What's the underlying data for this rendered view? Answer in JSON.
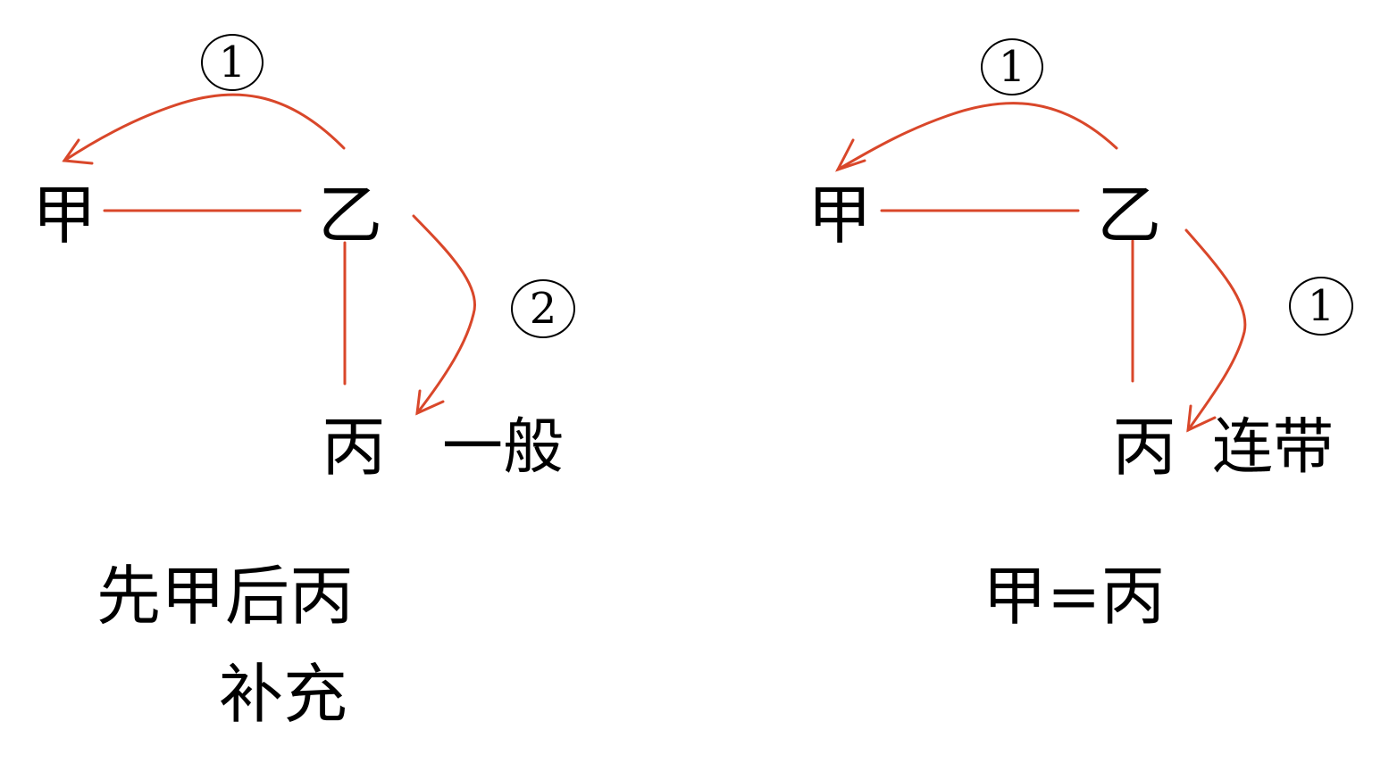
{
  "colors": {
    "edge": "#D9472A",
    "text": "#000000",
    "background": "#FFFFFF"
  },
  "left_diagram": {
    "nodes": {
      "a": "甲",
      "b": "乙",
      "c": "丙"
    },
    "arrow_1_label": "1",
    "arrow_2_label": "2",
    "liability_type": "一般",
    "caption_line1": "先甲后丙",
    "caption_line2": "补充"
  },
  "right_diagram": {
    "nodes": {
      "a": "甲",
      "b": "乙",
      "c": "丙"
    },
    "arrow_1_label": "1",
    "arrow_2_label": "1",
    "liability_type": "连带",
    "caption_line1": "甲=丙"
  }
}
